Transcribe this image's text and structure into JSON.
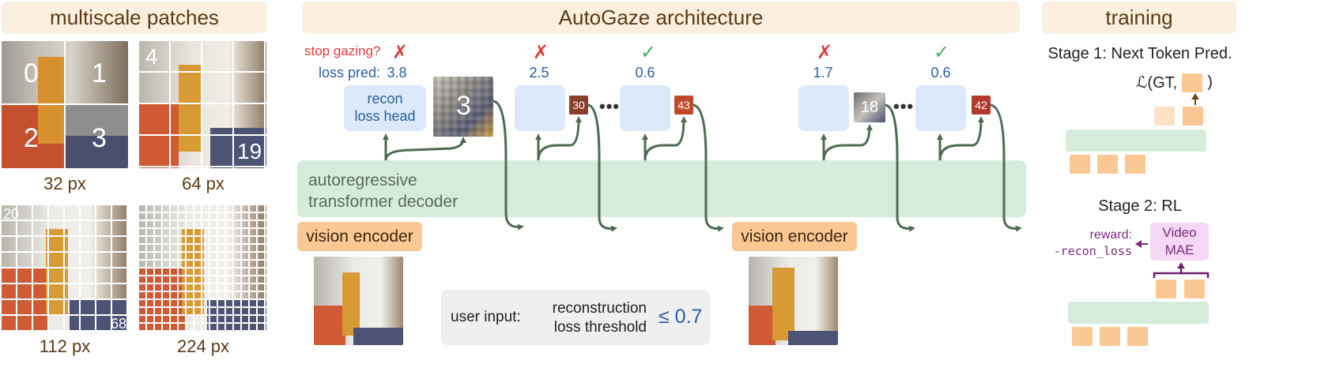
{
  "panels": {
    "patches": {
      "title": "multiscale patches",
      "tiles": [
        {
          "label": "32 px",
          "numbers": [
            "0",
            "1",
            "2",
            "3"
          ]
        },
        {
          "label": "64 px",
          "numbers": [
            "4",
            "19"
          ]
        },
        {
          "label": "112 px",
          "numbers": [
            "20",
            "68"
          ]
        },
        {
          "label": "224 px",
          "numbers": []
        }
      ]
    },
    "architecture": {
      "title": "AutoGaze architecture",
      "stop_gazing_label": "stop gazing?",
      "loss_pred_label": "loss pred:",
      "head_label_line1": "recon",
      "head_label_line2": "loss head",
      "decoder_line1": "autoregressive",
      "decoder_line2": "transformer decoder",
      "vision_encoder_label": "vision encoder",
      "first_patch_number": "3",
      "steps": [
        {
          "loss": "3.8",
          "stop": "✗",
          "patch": ""
        },
        {
          "loss": "2.5",
          "stop": "✗",
          "patch": "30"
        },
        {
          "loss": "0.6",
          "stop": "✓",
          "patch": "43"
        },
        {
          "loss": "1.7",
          "stop": "✗",
          "patch": "18"
        },
        {
          "loss": "0.6",
          "stop": "✓",
          "patch": "42"
        }
      ],
      "ellipsis": "•••",
      "user_input_label": "user input:",
      "threshold_line1": "reconstruction",
      "threshold_line2": "loss threshold",
      "threshold_value": "≤ 0.7"
    },
    "training": {
      "title": "training",
      "stage1_label": "Stage 1: Next Token Pred.",
      "loss_formula_prefix": "ℒ(GT,",
      "loss_formula_suffix": ")",
      "stage2_label": "Stage 2: RL",
      "reward_label": "reward:",
      "reward_value": "-recon_loss",
      "mae_line1": "Video",
      "mae_line2": "MAE"
    }
  },
  "colors": {
    "header_bg": "#fbefe0",
    "header_text": "#5b3a14",
    "head_box": "#dbe9fb",
    "decoder": "#d5ecdc",
    "encoder": "#fbc894",
    "arrow": "#4d6b52",
    "mae_box": "#f6d7f6",
    "mae_text": "#7d2a7d",
    "cross": "#e23a3a",
    "check": "#4caf62",
    "loss_value": "#2b5f9e"
  }
}
